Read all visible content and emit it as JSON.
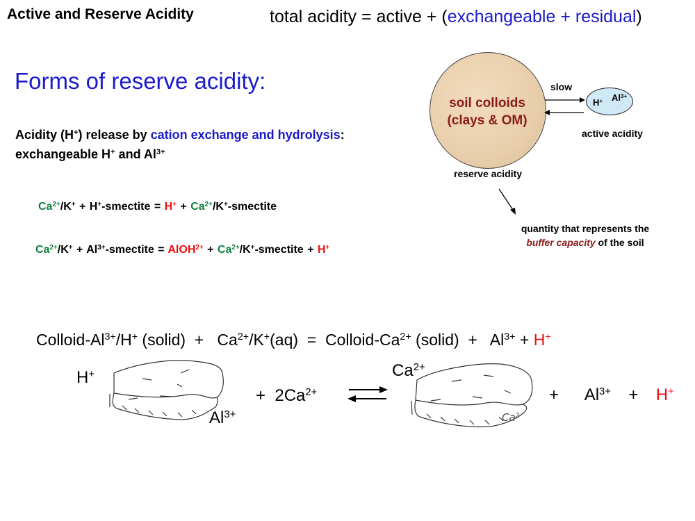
{
  "header": {
    "title": "Active and Reserve Acidity",
    "equation": {
      "prefix": "total acidity = active + (",
      "blue": "exchangeable + residual",
      "suffix": ")"
    }
  },
  "forms": {
    "heading": "Forms of reserve acidity:",
    "release_line1": {
      "a": "Acidity (H",
      "a_sup": "+",
      "b": ") release by ",
      "blue": "cation exchange and hydrolysis",
      "c": ":"
    },
    "release_line2": {
      "a": "exchangeable H",
      "a_sup": "+",
      "b": " and Al",
      "b_sup": "3+"
    }
  },
  "reactions": {
    "r1": {
      "ca": "Ca",
      "ca_sup": "2+",
      "k": "/K",
      "k_sup": "+",
      "mid1": " + H",
      "mid1_sup": "+",
      "smectite": "-smectite = ",
      "h": "H",
      "h_sup": "+",
      "plus": " + ",
      "ca2": "Ca",
      "ca2_sup": "2+",
      "k2": "/K",
      "k2_sup": "+",
      "end": "-smectite"
    },
    "r2": {
      "ca": "Ca",
      "ca_sup": "2+",
      "k": "/K",
      "k_sup": "+",
      "mid1": " + Al",
      "mid1_sup": "3+",
      "smectite": "-smectite = ",
      "aloh": "AlOH",
      "aloh_sup": "2+",
      "plus": " + ",
      "ca2": "Ca",
      "ca2_sup": "2+",
      "k2": "/K",
      "k2_sup": "+",
      "end": "-smectite + ",
      "h": "H",
      "h_sup": "+"
    }
  },
  "diagram": {
    "soil_colloids_line1": "soil colloids",
    "soil_colloids_line2": "(clays & OM)",
    "slow": "slow",
    "h": "H",
    "h_sup": "+",
    "al": "Al",
    "al_sup": "3+",
    "active_acidity": "active acidity",
    "reserve_acidity": "reserve acidity",
    "buffer_a": "quantity that represents the",
    "buffer_em": "buffer capacity",
    "buffer_b": " of the soil"
  },
  "main_equation": {
    "p1": "Colloid-Al",
    "p1_sup": "3+",
    "p2": "/H",
    "p2_sup": "+",
    "p3": " (solid)  +   Ca",
    "p3_sup": "2+",
    "p4": "/K",
    "p4_sup": "+",
    "p5": "(aq)  =  Colloid-Ca",
    "p5_sup": "2+",
    "p6": " (solid)  +   Al",
    "p6_sup": "3+",
    "p7": " + ",
    "h": "H",
    "h_sup": "+"
  },
  "illustration": {
    "h_left": "H",
    "h_left_sup": "+",
    "al_left": "Al",
    "al_left_sup": "3+",
    "plus_2ca": "+  2Ca",
    "plus_2ca_sup": "2+",
    "ca_right": "Ca",
    "ca_right_sup": "2+",
    "ca_handwritten": "Ca",
    "ca_handwritten_sup": "2·",
    "tail_plus": "+   Al",
    "tail_sup": "3+",
    "tail_plus2": "  +  ",
    "tail_h": "H",
    "tail_h_sup": "+"
  },
  "colors": {
    "blue": "#1a1acc",
    "green": "#108040",
    "red": "#ee1111",
    "maroon": "#8b1a1a",
    "soil": "#e8ceab",
    "active_pool": "#cfe9f6"
  }
}
